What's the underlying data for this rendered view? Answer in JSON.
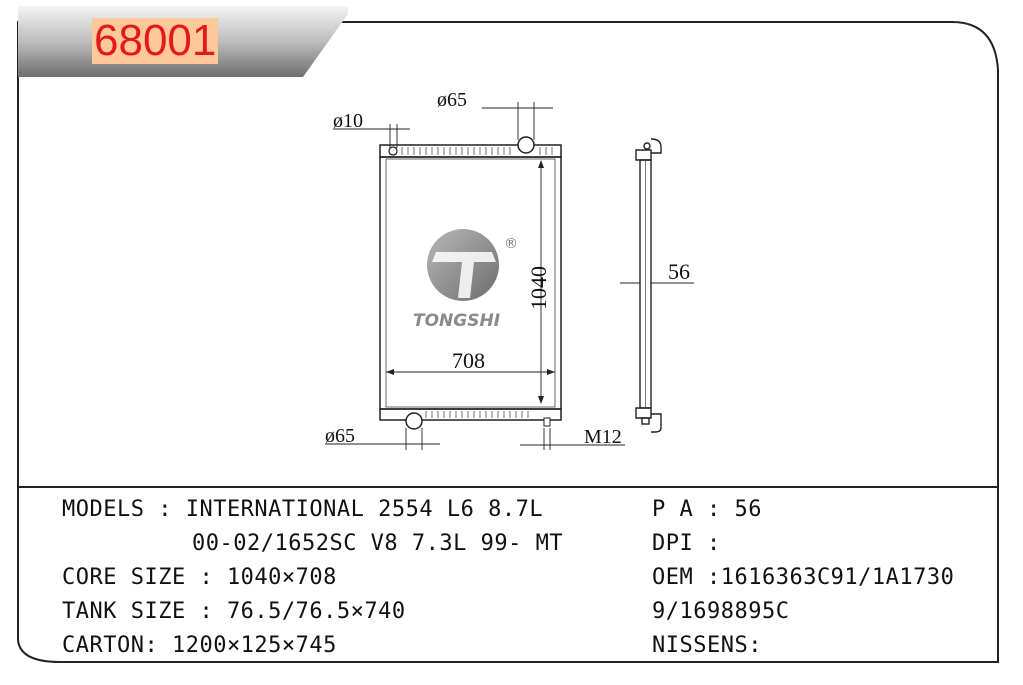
{
  "part_number": "68001",
  "dimensions": {
    "inlet_diameter": "ø65",
    "small_port_diameter": "ø10",
    "core_height": "1040",
    "core_width": "708",
    "outlet_diameter": "ø65",
    "thread": "M12",
    "side_thickness": "56"
  },
  "logo": {
    "brand": "TONGSHI",
    "registered_mark": "®"
  },
  "specs": {
    "models_label": "MODELS : INTERNATIONAL 2554 L6 8.7L",
    "models_line2": "00-02/1652SC V8 7.3L 99- MT",
    "core_size": "CORE SIZE : 1040×708",
    "tank_size": "TANK SIZE : 76.5/76.5×740",
    "carton": "CARTON: 1200×125×745",
    "pa": "P A : 56",
    "dpi": "DPI :",
    "oem_line1": "OEM :1616363C91/1A1730",
    "oem_line2": "9/1698895C",
    "nissens": "NISSENS:"
  }
}
